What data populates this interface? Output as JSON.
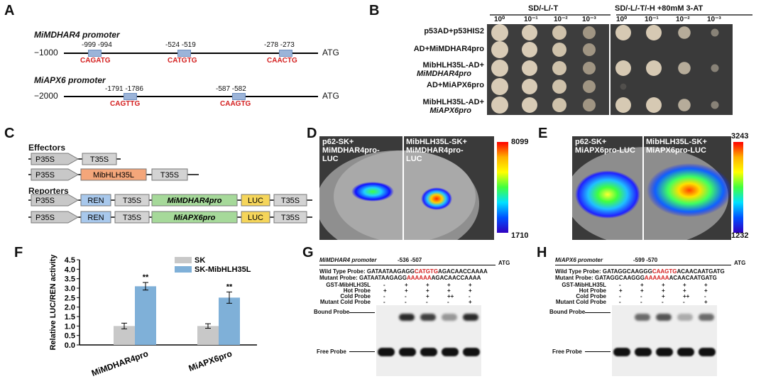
{
  "panels": {
    "A": "A",
    "B": "B",
    "C": "C",
    "D": "D",
    "E": "E",
    "F": "F",
    "G": "G",
    "H": "H"
  },
  "panelA": {
    "promoter1": {
      "title": "MiMDHAR4 promoter",
      "start": "−1000",
      "end": "ATG",
      "sites": [
        {
          "pos": "-999 -994",
          "motif": "CAGATG"
        },
        {
          "pos": "-524 -519",
          "motif": "CATGTG"
        },
        {
          "pos": "-278 -273",
          "motif": "CAACTG"
        }
      ]
    },
    "promoter2": {
      "title": "MiAPX6 promoter",
      "start": "−2000",
      "end": "ATG",
      "sites": [
        {
          "pos": "-1791 -1786",
          "motif": "CAGTTG"
        },
        {
          "pos": "-587 -582",
          "motif": "CAAGTG"
        }
      ]
    }
  },
  "panelB": {
    "group1": "SD/-L/-T",
    "group2": "SD/-L/-T/-H +80mM 3-AT",
    "dilutions": [
      "10⁰",
      "10⁻¹",
      "10⁻²",
      "10⁻³",
      "10⁰",
      "10⁻¹",
      "10⁻²",
      "10⁻³"
    ],
    "rows": [
      {
        "label": "p53AD+p53HIS2",
        "label2": ""
      },
      {
        "label": "AD+MiMDHAR4pro",
        "label2": ""
      },
      {
        "label": "MibHLH35L-AD+",
        "label2": "MiMDHAR4pro"
      },
      {
        "label": "AD+MiAPX6pro",
        "label2": ""
      },
      {
        "label": "MibHLH35L-AD+",
        "label2": "MiAPX6pro"
      }
    ],
    "growth_selective": [
      [
        1,
        1,
        0.8,
        0.5
      ],
      [
        0,
        0,
        0,
        0
      ],
      [
        1,
        1,
        0.8,
        0.5
      ],
      [
        0.15,
        0,
        0,
        0
      ],
      [
        1,
        1,
        0.8,
        0.5
      ]
    ]
  },
  "panelC": {
    "effectors_label": "Effectors",
    "reporters_label": "Reporters",
    "p35s": "P35S",
    "t35s": "T35S",
    "tf": "MibHLH35L",
    "ren": "REN",
    "luc": "LUC",
    "pro1": "MiMDHAR4pro",
    "pro2": "MiAPX6pro"
  },
  "panelD": {
    "left_label": "p62-SK+\nMiMDHAR4pro-\nLUC",
    "right_label": "MibHLH35L-SK+\nMiMDHAR4pro-\nLUC",
    "scale_max": "8099",
    "scale_min": "1710"
  },
  "panelE": {
    "left_label": "p62-SK+\nMiAPX6pro-LUC",
    "right_label": "MibHLH35L-SK+\nMiAPX6pro-LUC",
    "scale_max": "3243",
    "scale_min": "1232"
  },
  "chart_data": {
    "type": "bar",
    "categories": [
      "MiMDHAR4pro",
      "MiAPX6pro"
    ],
    "series": [
      {
        "name": "SK",
        "values": [
          1.0,
          1.0
        ],
        "errors": [
          0.15,
          0.12
        ],
        "color": "#c8c8c8"
      },
      {
        "name": "SK-MibHLH35L",
        "values": [
          3.1,
          2.5
        ],
        "errors": [
          0.2,
          0.3
        ],
        "color": "#7fb0d8"
      }
    ],
    "ylabel": "Relative LUC/REN activity",
    "ylim": [
      0,
      4.5
    ],
    "yticks": [
      "0.0",
      "0.5",
      "1.0",
      "1.5",
      "2.0",
      "2.5",
      "3.0",
      "3.5",
      "4.0",
      "4.5"
    ],
    "significance": [
      "**",
      "**"
    ],
    "legend": "top-right"
  },
  "panelG": {
    "promoter": "MiMDHAR4 promoter",
    "site": "-536 -507",
    "atg": "ATG",
    "wt_label": "Wild Type Probe:",
    "wt_pre": "GATAATAAGAGG",
    "wt_site": "CATGTG",
    "wt_post": "AGACAACCAAAA",
    "mut_label": "Mutant Probe:",
    "mut_pre": "GATAATAAGAGG",
    "mut_site": "AAAAAA",
    "mut_post": "AGACAACCAAAA",
    "rows": [
      {
        "name": "GST-MibHLH35L",
        "vals": [
          "-",
          "+",
          "+",
          "+",
          "+"
        ]
      },
      {
        "name": "Hot Probe",
        "vals": [
          "+",
          "+",
          "+",
          "+",
          "+"
        ]
      },
      {
        "name": "Cold Probe",
        "vals": [
          "-",
          "-",
          "+",
          "++",
          "-"
        ]
      },
      {
        "name": "Mutant Cold Probe",
        "vals": [
          "-",
          "-",
          "-",
          "-",
          "+"
        ]
      }
    ],
    "bound": "Bound Probe",
    "free": "Free Probe",
    "bound_intensity": [
      0,
      0.9,
      0.8,
      0.4,
      0.9
    ]
  },
  "panelH": {
    "promoter": "MiAPX6 promoter",
    "site": "-599 -570",
    "atg": "ATG",
    "wt_label": "Wild Type Probe:",
    "wt_pre": "GATAGGCAAGGG",
    "wt_site": "CAAGTG",
    "wt_post": "ACAACAATGATG",
    "mut_label": "Mutant Probe:",
    "mut_pre": "GATAGGCAAGGG",
    "mut_site": "AAAAAA",
    "mut_post": "ACAACAATGATG",
    "rows": [
      {
        "name": "GST-MibHLH35L",
        "vals": [
          "-",
          "+",
          "+",
          "+",
          "+"
        ]
      },
      {
        "name": "Hot Probe",
        "vals": [
          "+",
          "+",
          "+",
          "+",
          "+"
        ]
      },
      {
        "name": "Cold Probe",
        "vals": [
          "-",
          "-",
          "+",
          "++",
          "-"
        ]
      },
      {
        "name": "Mutant Cold Probe",
        "vals": [
          "-",
          "-",
          "-",
          "-",
          "+"
        ]
      }
    ],
    "bound": "Bound Probe",
    "free": "Free Probe",
    "bound_intensity": [
      0,
      0.6,
      0.7,
      0.3,
      0.6
    ]
  }
}
